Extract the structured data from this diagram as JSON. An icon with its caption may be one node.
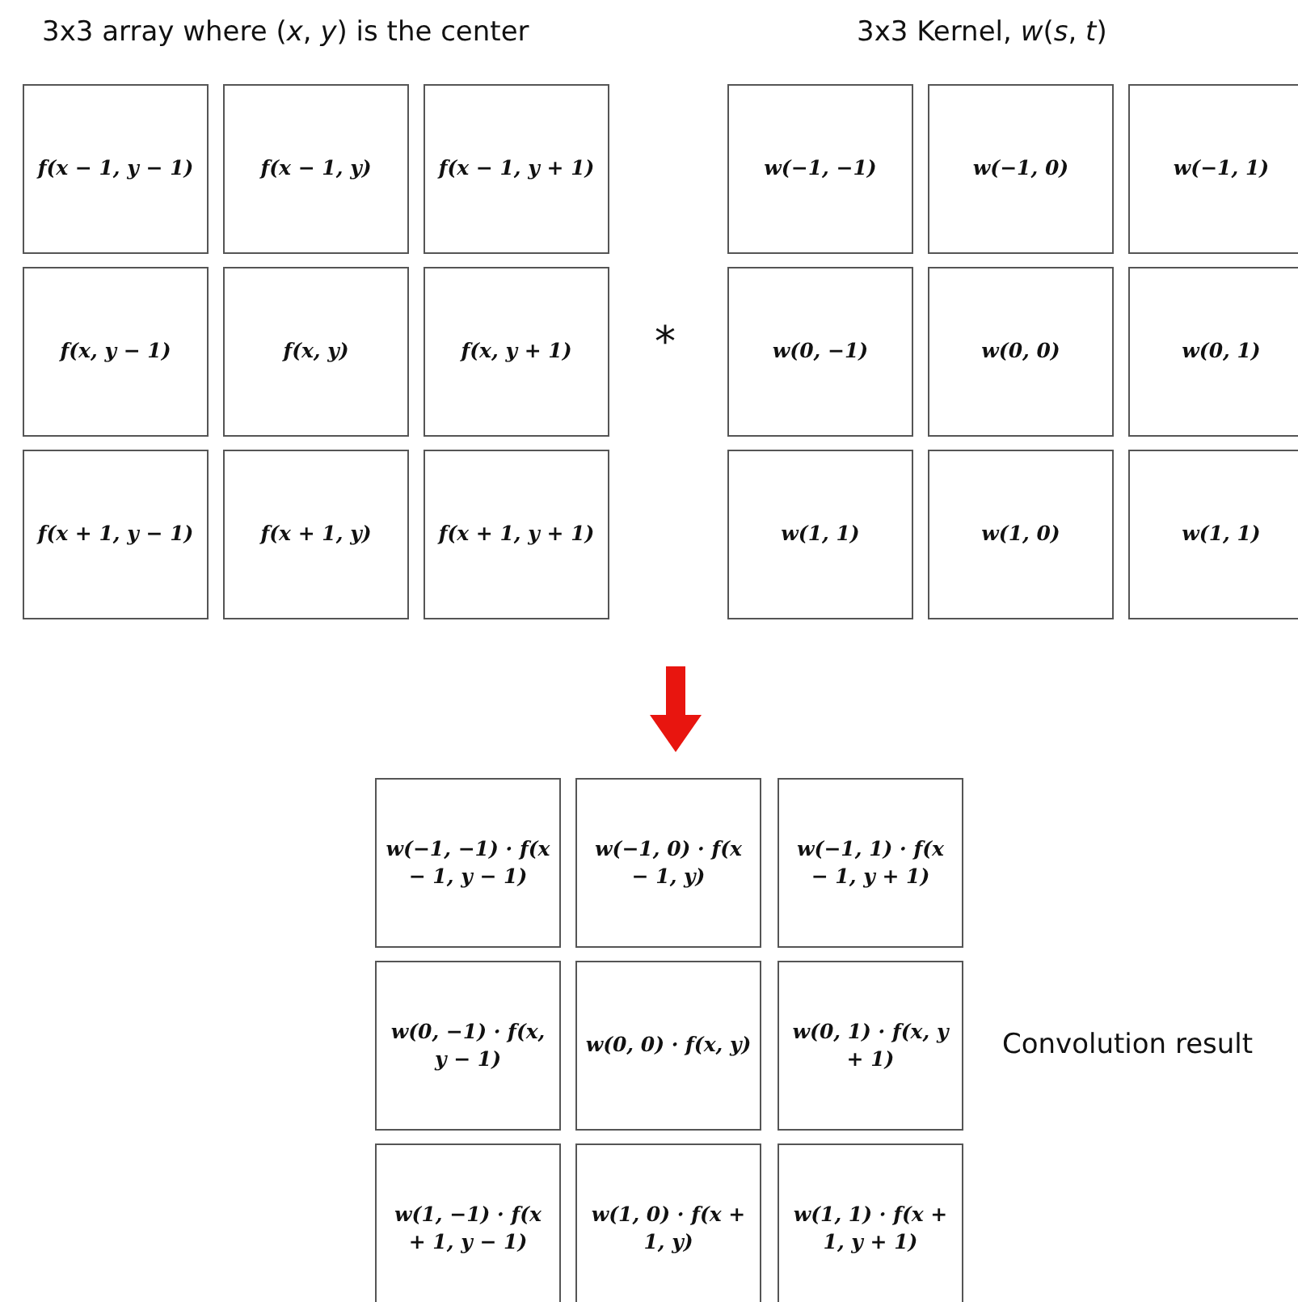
{
  "diagram": {
    "nodes": [
      {
        "text": [
          "f(x − 1, y − 1)"
        ]
      },
      {
        "text": [
          "f(x − 1, y)"
        ]
      },
      {
        "text": [
          "f(x − 1, y + 1)"
        ]
      },
      {
        "text": [
          "f(x, y − 1)"
        ]
      },
      {
        "text": [
          "f(x, y)"
        ]
      },
      {
        "text": [
          "f(x, y + 1)"
        ]
      },
      {
        "text": [
          "f(x + 1, y − 1)"
        ]
      },
      {
        "text": [
          "f(x + 1, y)"
        ]
      },
      {
        "text": [
          "f(x + 1, y + 1)"
        ]
      },
      {
        "text": [
          "w(−1, −1)"
        ]
      },
      {
        "text": [
          "w(−1, 0)"
        ]
      },
      {
        "text": [
          "w(−1, 1)"
        ]
      },
      {
        "text": [
          "w(0, −1)"
        ]
      },
      {
        "text": [
          "w(0, 0)"
        ]
      },
      {
        "text": [
          "w(0, 1)"
        ]
      },
      {
        "text": [
          "w(1, 1)"
        ]
      },
      {
        "text": [
          "w(1, 0)"
        ]
      },
      {
        "text": [
          "w(1, 1)"
        ]
      },
      {
        "text": [
          "w(−1, −1) · f(x − 1, y − 1)"
        ]
      },
      {
        "text": [
          "w(−1, 0) · f(x − 1, y)"
        ]
      },
      {
        "text": [
          "w(−1, 1) · f(x − 1, y + 1)"
        ]
      },
      {
        "text": [
          "w(0, −1) · f(x, y − 1)"
        ]
      },
      {
        "text": [
          "w(0, 0) · f(x, y)"
        ]
      },
      {
        "text": [
          "w(0, 1) · f(x, y + 1)"
        ]
      },
      {
        "text": [
          "w(1, −1) · f(x + 1, y − 1)"
        ]
      },
      {
        "text": [
          "w(1, 0) · f(x + 1, y)"
        ]
      },
      {
        "text": [
          "w(1, 1) · f(x + 1, y + 1)"
        ]
      }
    ],
    "labels": [
      "3x3 array where (*x*, *y*) is the center",
      "3x3 Kernel, *w*(*s*, *t*)",
      "*",
      "Convolution result"
    ]
  }
}
